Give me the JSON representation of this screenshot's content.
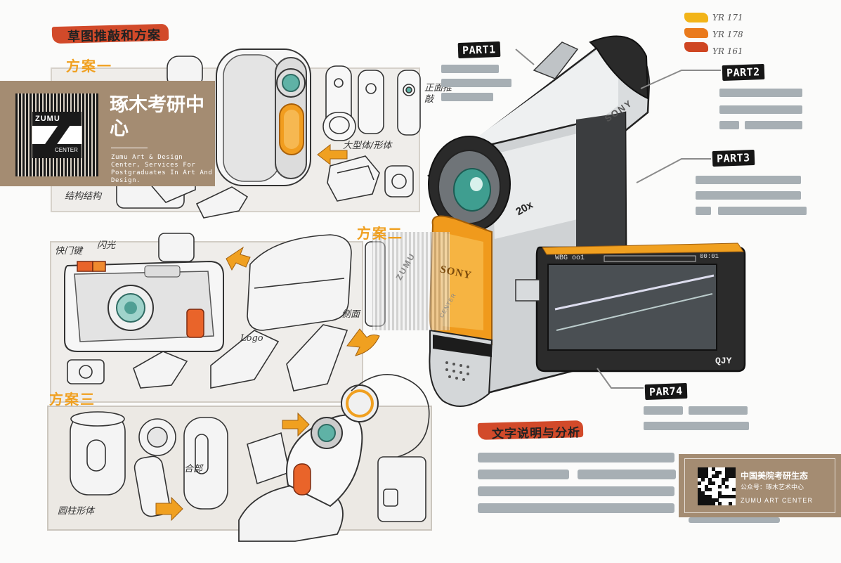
{
  "heading_top": "草图推敲和方案",
  "heading_bottom": "文字说明与分析",
  "schemes": {
    "one": "方案一",
    "two": "方案二",
    "three": "方案三"
  },
  "annotations": {
    "top_notes": "正面推敲",
    "size": "大型体/形体",
    "structure": "结构结构",
    "shutter": "快门键",
    "flash": "闪光",
    "side": "侧面",
    "logo": "Logo",
    "round_body": "圆柱形体",
    "part_label": "合部"
  },
  "parts": [
    "PART1",
    "PART2",
    "PART3",
    "PAR74"
  ],
  "swatches": [
    {
      "label": "YR 171",
      "color": "#f2b418"
    },
    {
      "label": "YR 178",
      "color": "#ea7a1c"
    },
    {
      "label": "YR 161",
      "color": "#cf4622"
    }
  ],
  "camera": {
    "brand": "SONY",
    "zoom": "20x",
    "screen_text": "WBG oo1",
    "screen_counter": "00:01",
    "signature": "QJY"
  },
  "brand_panel": {
    "logo_top": "ZUMU",
    "logo_bottom": "CENTER",
    "title": "琢木考研中心",
    "subtitle": "Zumu Art & Design Center, Services For Postgraduates In Art And Design."
  },
  "watermark": {
    "top": "ZUMU",
    "bottom": "CENTER"
  },
  "qr_card": {
    "title": "中国美院考研生态",
    "subtitle": "公众号：琢木艺术中心",
    "footer": "ZUMU ART CENTER"
  },
  "colors": {
    "brand_panel": "#a48c72",
    "accent_orange": "#f0a020",
    "heading_red": "#d24a2a"
  }
}
